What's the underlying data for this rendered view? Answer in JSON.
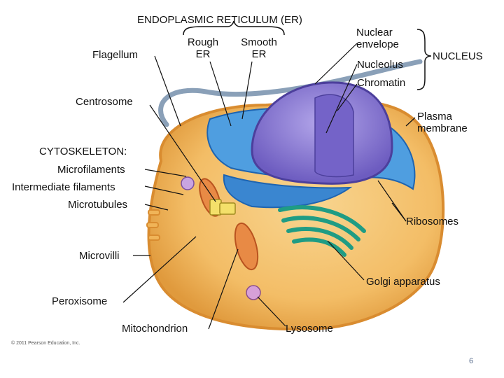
{
  "title": "ENDOPLASMIC RETICULUM (ER)",
  "labels": {
    "rough_er": "Rough ER",
    "smooth_er": "Smooth ER",
    "flagellum": "Flagellum",
    "centrosome": "Centrosome",
    "cytoskeleton": "CYTOSKELETON:",
    "microfilaments": "Microfilaments",
    "intermediate_filaments": "Intermediate filaments",
    "microtubules": "Microtubules",
    "microvilli": "Microvilli",
    "peroxisome": "Peroxisome",
    "mitochondrion": "Mitochondrion",
    "lysosome": "Lysosome",
    "golgi": "Golgi apparatus",
    "ribosomes": "Ribosomes",
    "plasma_membrane": "Plasma membrane",
    "nuclear_envelope": "Nuclear envelope",
    "nucleolus": "Nucleolus",
    "chromatin": "Chromatin",
    "nucleus": "NUCLEUS"
  },
  "copyright": "© 2011 Pearson Education, Inc.",
  "page_number": "6",
  "colors": {
    "cytoplasm": "#f2b860",
    "membrane": "#e39a3a",
    "nucleus": "#8f7fd0",
    "er": "#3f8fd8",
    "golgi": "#2fb09a",
    "mitochondrion": "#e07a3a"
  }
}
